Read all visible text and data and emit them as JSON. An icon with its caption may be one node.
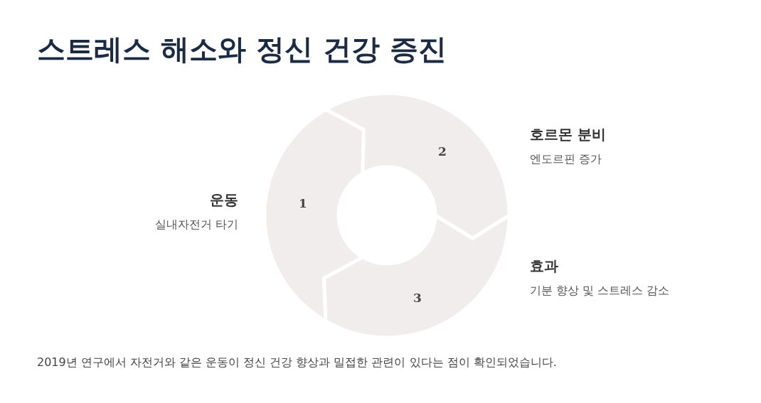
{
  "diagram": {
    "title": "스트레스 해소와 정신 건강 증진",
    "nodes": [
      {
        "text": [
          "1"
        ],
        "beside": [
          "운동",
          "실내자전거 타기"
        ]
      },
      {
        "text": [
          "2"
        ],
        "beside": [
          "호르몬 분비",
          "엔도르핀 증가"
        ]
      },
      {
        "text": [
          "3"
        ],
        "beside": [
          "효과",
          "기분 향상 및 스트레스 감소"
        ]
      }
    ],
    "caption": "2019년 연구에서 자전거와 같은 운동이 정신 건강 향상과 밀접한 관련이 있다는 점이 확인되었습니다."
  }
}
